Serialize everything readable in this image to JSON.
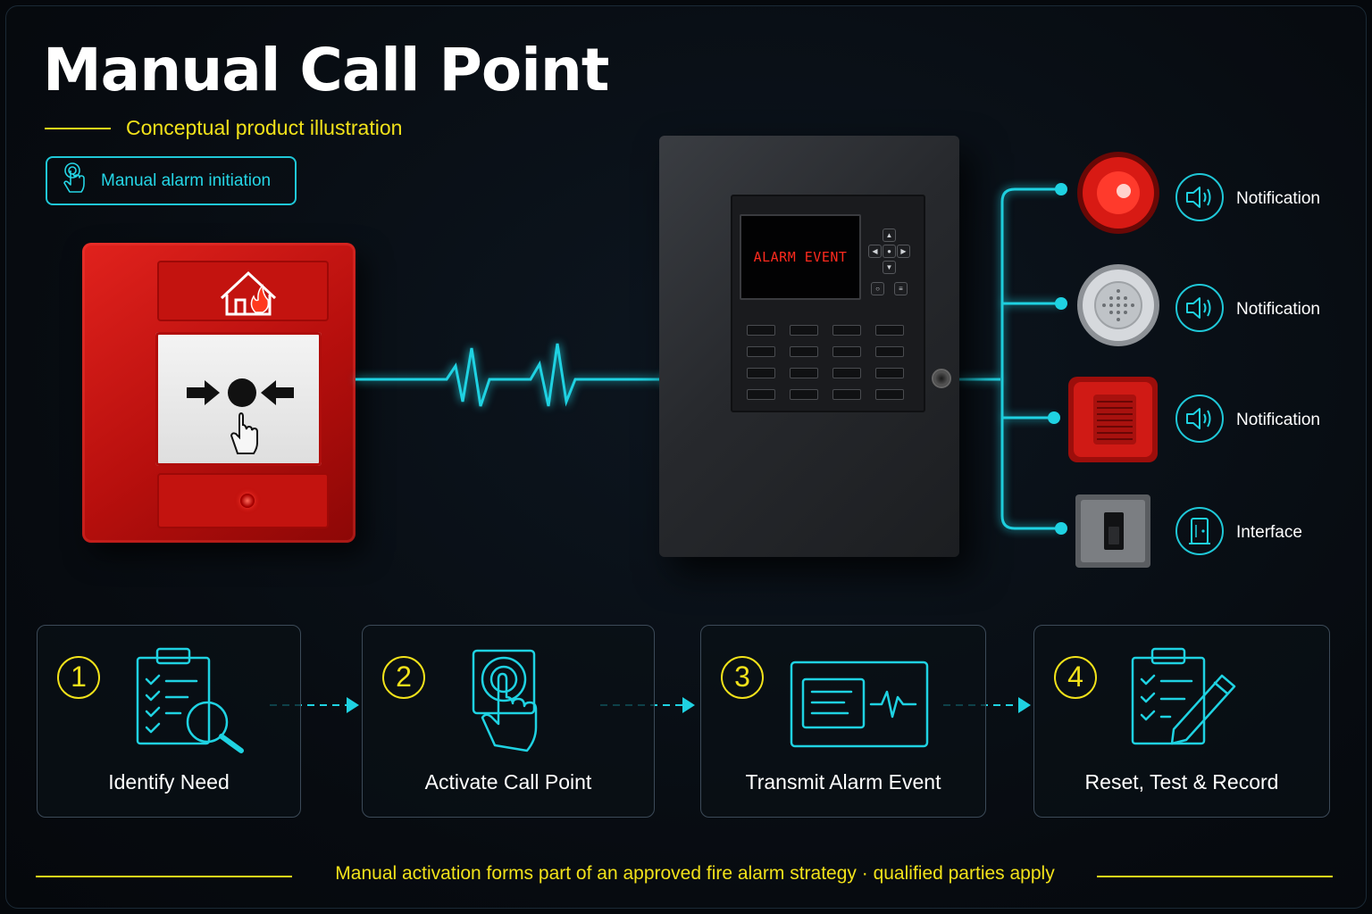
{
  "title": "Manual Call Point",
  "subtitle": "Conceptual product illustration",
  "badge": {
    "label": "Manual alarm initiation",
    "icon": "hand-pointer-icon"
  },
  "panel": {
    "display_text": "ALARM EVENT"
  },
  "outputs": [
    {
      "label": "Notification",
      "device": "red-beacon",
      "icon": "speaker-icon"
    },
    {
      "label": "Notification",
      "device": "sounder",
      "icon": "speaker-icon"
    },
    {
      "label": "Notification",
      "device": "red-horn",
      "icon": "speaker-icon"
    },
    {
      "label": "Interface",
      "device": "interface-switch",
      "icon": "door-icon"
    }
  ],
  "steps": [
    {
      "number": "1",
      "label": "Identify Need",
      "icon": "checklist-magnifier-icon"
    },
    {
      "number": "2",
      "label": "Activate Call Point",
      "icon": "press-button-icon"
    },
    {
      "number": "3",
      "label": "Transmit Alarm Event",
      "icon": "signal-card-icon"
    },
    {
      "number": "4",
      "label": "Reset, Test & Record",
      "icon": "checklist-pencil-icon"
    }
  ],
  "footer": "Manual activation forms part of an approved fire alarm strategy · qualified parties apply",
  "colors": {
    "accent": "#1fc8d8",
    "highlight": "#f2e21a",
    "alarm_red": "#d41a16",
    "background": "#070b10"
  }
}
